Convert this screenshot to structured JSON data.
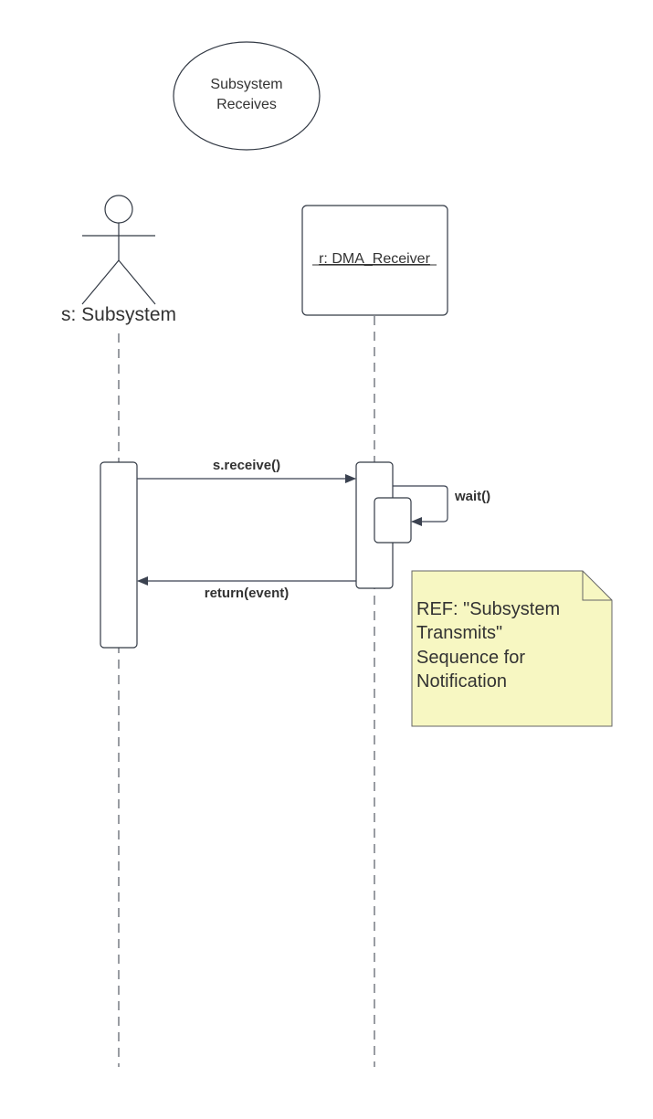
{
  "title": {
    "line1": "Subsystem",
    "line2": "Receives"
  },
  "participants": {
    "actor": {
      "label": "s: Subsystem"
    },
    "object": {
      "label": "r: DMA_Receiver"
    }
  },
  "messages": {
    "receive": "s.receive()",
    "wait": "wait()",
    "return": "return(event)"
  },
  "note": {
    "lines": [
      "REF: \"Subsystem",
      "Transmits\"",
      "Sequence for",
      "Notification"
    ]
  },
  "colors": {
    "stroke": "#333a45",
    "text": "#333333",
    "note_fill": "#f7f7c2",
    "note_stroke": "#666666",
    "arrow": "#3b4250"
  }
}
